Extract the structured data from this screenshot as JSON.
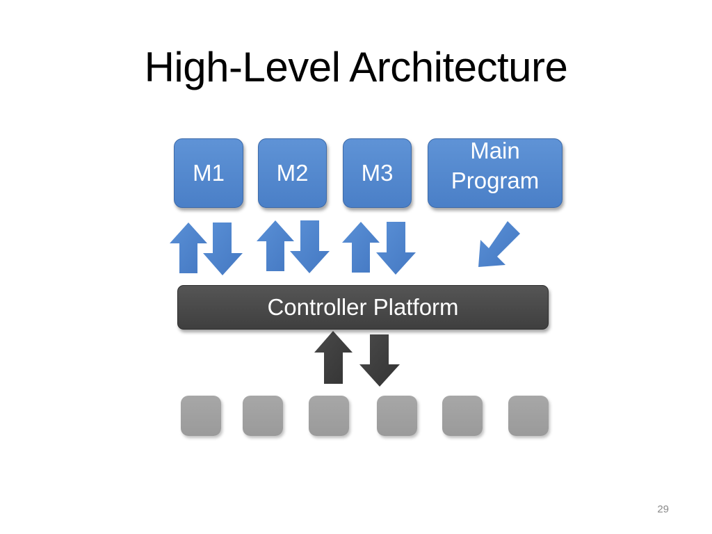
{
  "slide": {
    "title": "High-Level Architecture",
    "page_number": "29"
  },
  "modules": [
    {
      "label": "M1"
    },
    {
      "label": "M2"
    },
    {
      "label": "M3"
    }
  ],
  "main_program": {
    "line1": "Main",
    "line2": "Program"
  },
  "controller": {
    "label": "Controller Platform"
  },
  "switches": {
    "count": 6
  },
  "colors": {
    "module_blue": "#4f86cc",
    "controller_dark": "#474747",
    "switch_gray": "#a0a0a0",
    "arrow_blue": "#4f86cc",
    "arrow_dark": "#3e3e3e"
  }
}
